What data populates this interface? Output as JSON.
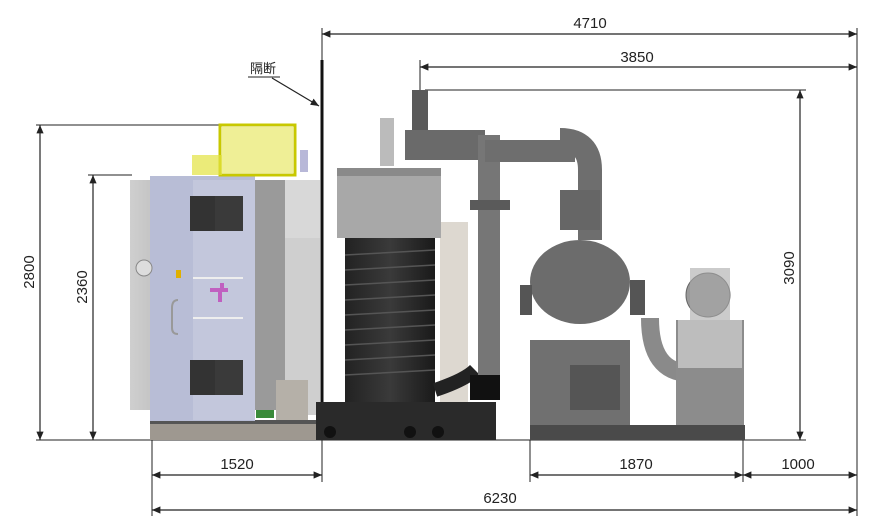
{
  "drawing": {
    "partition_label": "隔断",
    "dimensions": {
      "total_width": "6230",
      "left_unit_width": "1520",
      "pump_unit_width": "1870",
      "right_clearance": "1000",
      "from_partition": "4710",
      "pipe_to_right": "3850",
      "pump_height": "3090",
      "chamber_total_height": "2800",
      "chamber_body_height": "2360"
    }
  }
}
